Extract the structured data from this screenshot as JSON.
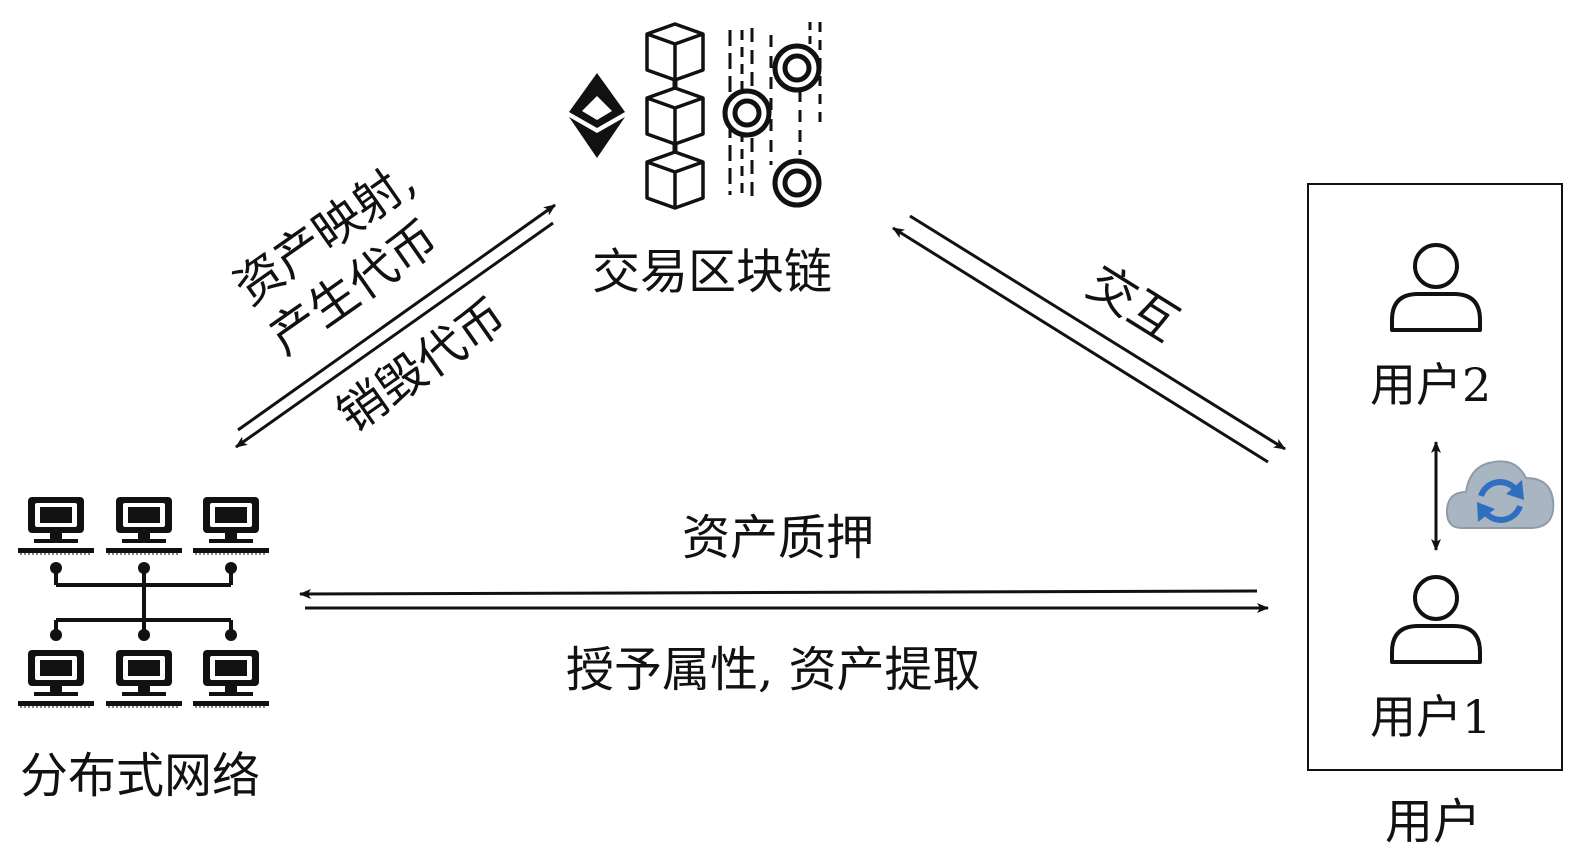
{
  "nodes": {
    "blockchain": {
      "label": "交易区块链"
    },
    "network": {
      "label": "分布式网络"
    },
    "users": {
      "label": "用户",
      "user2": "用户2",
      "user1": "用户1"
    }
  },
  "edges": {
    "network_to_chain": {
      "label_line1": "资产映射,",
      "label_line2": "产生代币"
    },
    "chain_to_network": {
      "label": "销毁代币"
    },
    "chain_users": {
      "label": "交互"
    },
    "users_to_network": {
      "label": "资产质押"
    },
    "network_to_users": {
      "label": "授予属性, 资产提取"
    }
  },
  "colors": {
    "ink": "#111111",
    "cloud": "#a9b6c2",
    "sync_arrows": "#2f6fc0"
  },
  "icons": [
    "ethereum-icon",
    "blockchain-cubes-icon",
    "node-rings-icon",
    "computer-icon",
    "user-icon",
    "cloud-sync-icon"
  ]
}
